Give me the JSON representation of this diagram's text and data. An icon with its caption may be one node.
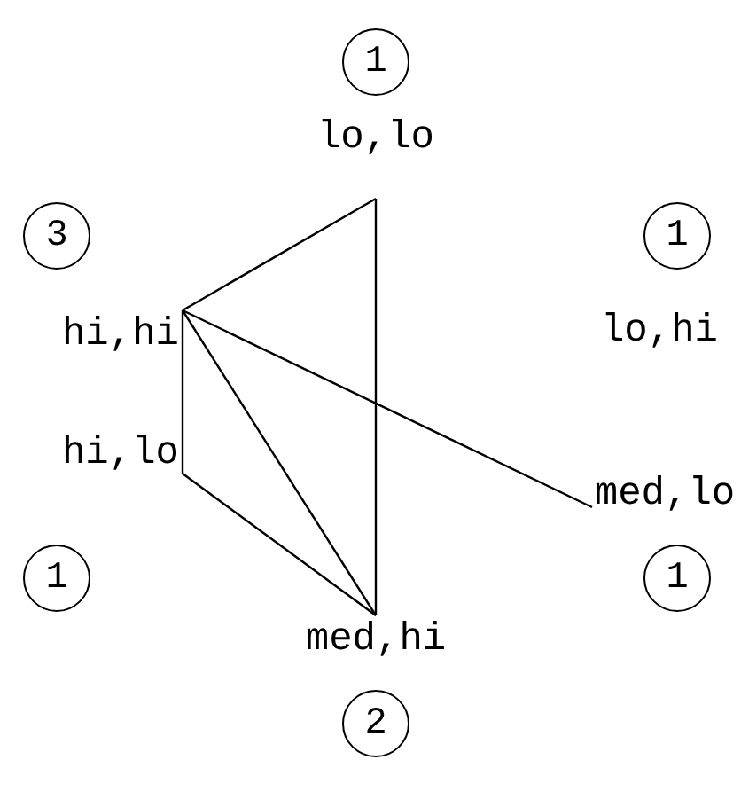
{
  "diagram": {
    "nodes": [
      {
        "text": [
          "1"
        ]
      },
      {
        "text": [
          "lo,lo"
        ]
      },
      {
        "text": [
          "3"
        ]
      },
      {
        "text": [
          "1"
        ]
      },
      {
        "text": [
          "hi,hi"
        ]
      },
      {
        "text": [
          "lo,hi"
        ]
      },
      {
        "text": [
          "hi,lo"
        ]
      },
      {
        "text": [
          "med,lo"
        ]
      },
      {
        "text": [
          "1"
        ]
      },
      {
        "text": [
          "1"
        ]
      },
      {
        "text": [
          "med,hi"
        ]
      },
      {
        "text": [
          "2"
        ]
      }
    ],
    "edges": [
      {
        "from": 4,
        "to": 1,
        "arrow": "none"
      },
      {
        "from": 1,
        "to": 10,
        "arrow": "none"
      },
      {
        "from": 4,
        "to": 10,
        "arrow": "none"
      },
      {
        "from": 4,
        "to": 7,
        "arrow": "none"
      },
      {
        "from": 4,
        "to": 6,
        "arrow": "none"
      },
      {
        "from": 6,
        "to": 10,
        "arrow": "none"
      }
    ]
  }
}
